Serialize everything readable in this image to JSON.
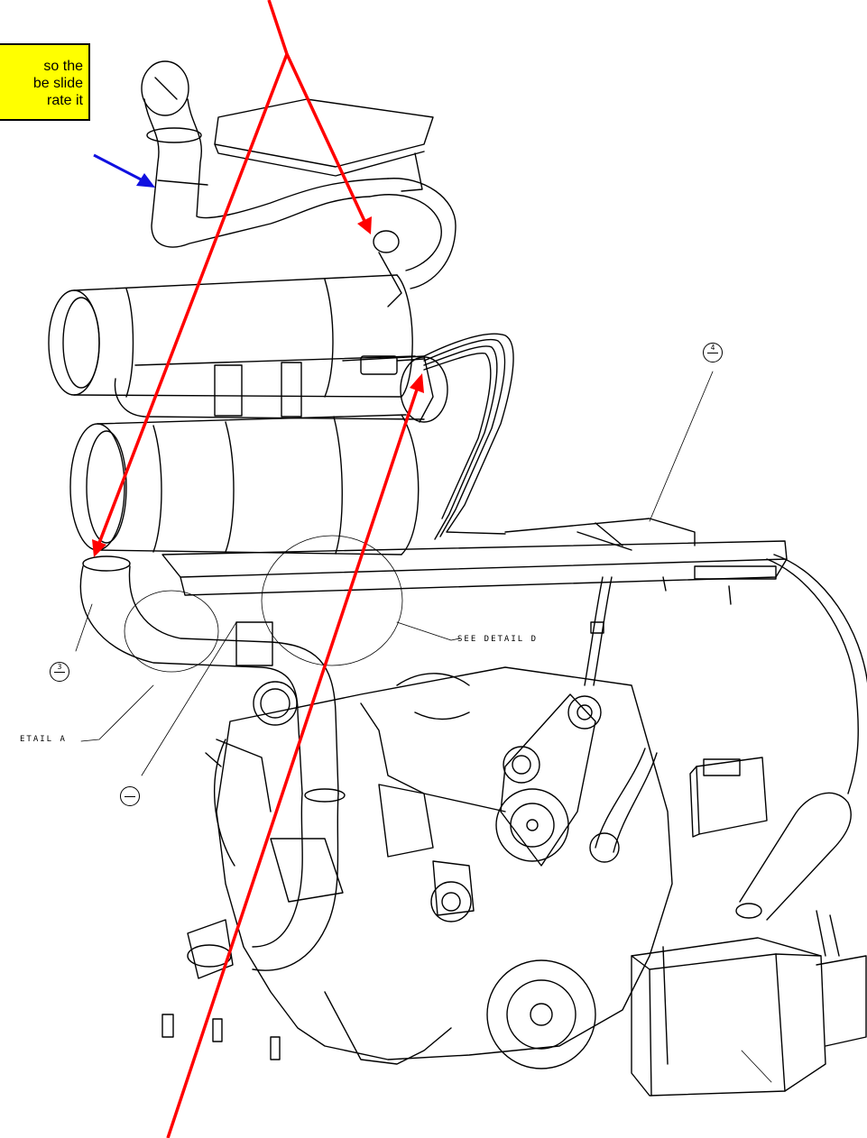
{
  "callout": {
    "text": "so the\nbe slide\nrate it"
  },
  "labels": {
    "see_detail_d": "SEE DETAIL  D",
    "detail_a": "ETAIL  A"
  },
  "balloons": {
    "item_4": "4",
    "item_3": "3",
    "item_blank": ""
  },
  "colors": {
    "callout_fill": "#ffff00",
    "annotation_red": "#ff0000",
    "annotation_blue": "#1010e0",
    "line": "#000000"
  }
}
